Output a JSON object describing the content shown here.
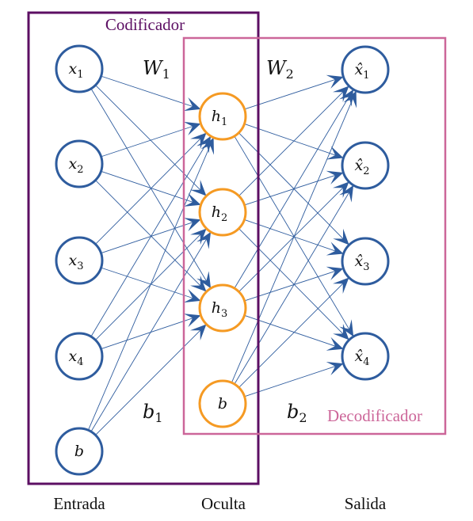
{
  "colors": {
    "encoder_box": "#5c0f63",
    "decoder_box": "#cc6699",
    "input_node": "#2e5c9e",
    "hidden_node": "#f59a23",
    "edge": "#2e5c9e"
  },
  "boxes": {
    "encoder_title": "Codificador",
    "decoder_title": "Decodificador"
  },
  "weights": {
    "w1": {
      "main": "W",
      "sub": "1"
    },
    "w2": {
      "main": "W",
      "sub": "2"
    },
    "b1": {
      "main": "b",
      "sub": "1"
    },
    "b2": {
      "main": "b",
      "sub": "2"
    }
  },
  "layers": {
    "input": {
      "label": "Entrada",
      "nodes": [
        {
          "main": "x",
          "sub": "1"
        },
        {
          "main": "x",
          "sub": "2"
        },
        {
          "main": "x",
          "sub": "3"
        },
        {
          "main": "x",
          "sub": "4"
        },
        {
          "main": "b",
          "sub": ""
        }
      ]
    },
    "hidden": {
      "label": "Oculta",
      "nodes": [
        {
          "main": "h",
          "sub": "1"
        },
        {
          "main": "h",
          "sub": "2"
        },
        {
          "main": "h",
          "sub": "3"
        },
        {
          "main": "b",
          "sub": ""
        }
      ]
    },
    "output": {
      "label": "Salida",
      "nodes": [
        {
          "main": "x̂",
          "sub": "1"
        },
        {
          "main": "x̂",
          "sub": "2"
        },
        {
          "main": "x̂",
          "sub": "3"
        },
        {
          "main": "x̂",
          "sub": "4"
        }
      ]
    }
  }
}
